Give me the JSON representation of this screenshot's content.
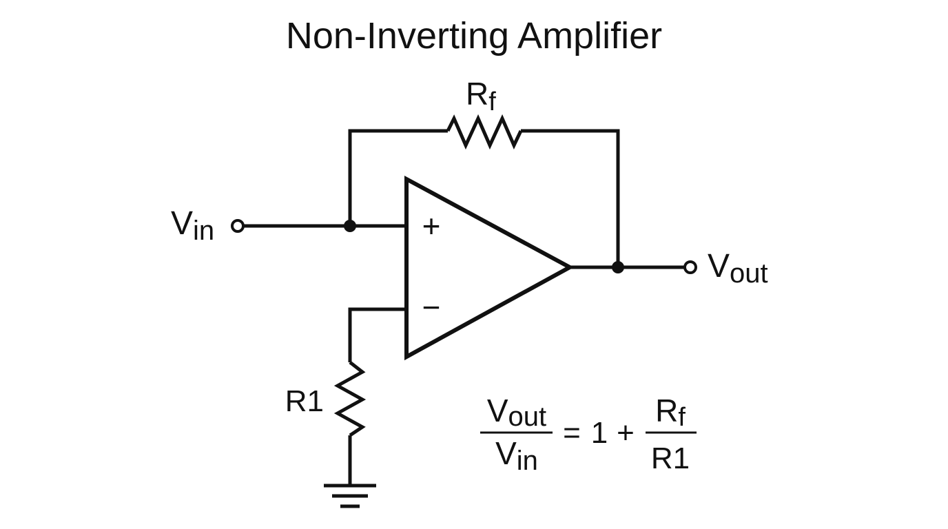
{
  "title": "Non-Inverting Amplifier",
  "labels": {
    "input": {
      "main": "V",
      "sub": "in"
    },
    "output": {
      "main": "V",
      "sub": "out"
    },
    "feedback_resistor": {
      "main": "R",
      "sub": "f"
    },
    "ground_resistor": "R1",
    "noninverting_sign": "+",
    "inverting_sign": "−"
  },
  "formula": {
    "lhs_numerator": {
      "main": "V",
      "sub": "out"
    },
    "lhs_denominator": {
      "main": "V",
      "sub": "in"
    },
    "equals": "=",
    "one": "1",
    "plus": "+",
    "rhs_numerator": {
      "main": "R",
      "sub": "f"
    },
    "rhs_denominator": "R1"
  },
  "colors": {
    "ink": "#111111",
    "background": "#ffffff"
  }
}
